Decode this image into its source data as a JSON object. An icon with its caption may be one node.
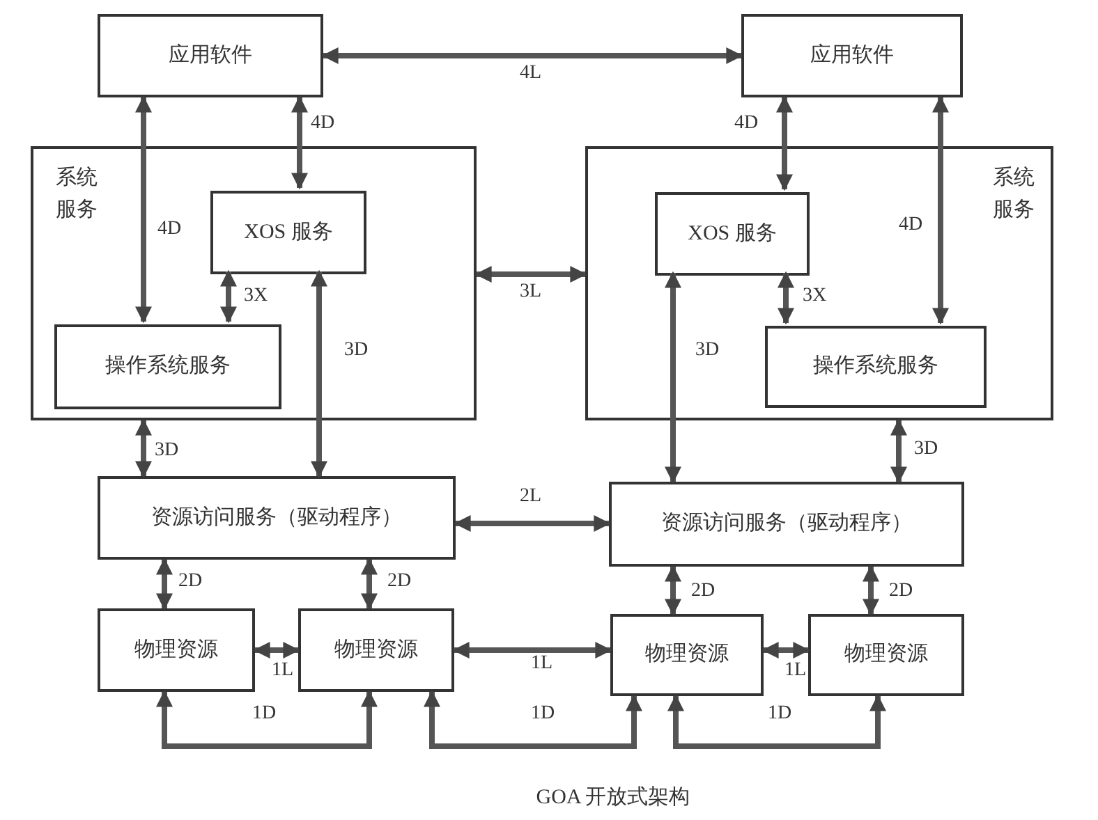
{
  "diagram": {
    "caption": "GOA 开放式架构",
    "nodes": [
      {
        "text": [
          "应用软件"
        ]
      },
      {
        "text": [
          "应用软件"
        ]
      },
      {
        "text": [
          "系统服务"
        ]
      },
      {
        "text": [
          "XOS 服务"
        ],
        "in": 2
      },
      {
        "text": [
          "操作系统服务"
        ],
        "in": 2
      },
      {
        "text": [
          "系统服务"
        ]
      },
      {
        "text": [
          "XOS 服务"
        ],
        "in": 5
      },
      {
        "text": [
          "操作系统服务"
        ],
        "in": 5
      },
      {
        "text": [
          "资源访问服务（驱动程序）"
        ]
      },
      {
        "text": [
          "资源访问服务（驱动程序）"
        ]
      },
      {
        "text": [
          "物理资源"
        ]
      },
      {
        "text": [
          "物理资源"
        ]
      },
      {
        "text": [
          "物理资源"
        ]
      },
      {
        "text": [
          "物理资源"
        ]
      }
    ],
    "edges": [
      {
        "from": 0,
        "to": 1,
        "arrow": "both",
        "label": "4L"
      },
      {
        "from": 0,
        "to": 4,
        "arrow": "both",
        "label": "4D"
      },
      {
        "from": 0,
        "to": 3,
        "arrow": "both",
        "label": "4D"
      },
      {
        "from": 3,
        "to": 4,
        "arrow": "both",
        "label": "3X"
      },
      {
        "from": 1,
        "to": 6,
        "arrow": "both",
        "label": "4D"
      },
      {
        "from": 1,
        "to": 7,
        "arrow": "both",
        "label": "4D"
      },
      {
        "from": 6,
        "to": 7,
        "arrow": "both",
        "label": "3X"
      },
      {
        "from": 2,
        "to": 5,
        "arrow": "both",
        "label": "3L"
      },
      {
        "from": 2,
        "to": 8,
        "arrow": "both",
        "label": "3D"
      },
      {
        "from": 3,
        "to": 8,
        "arrow": "both",
        "label": "3D"
      },
      {
        "from": 6,
        "to": 9,
        "arrow": "both",
        "label": "3D"
      },
      {
        "from": 5,
        "to": 9,
        "arrow": "both",
        "label": "3D"
      },
      {
        "from": 8,
        "to": 9,
        "arrow": "both",
        "label": "2L"
      },
      {
        "from": 8,
        "to": 10,
        "arrow": "both",
        "label": "2D"
      },
      {
        "from": 8,
        "to": 11,
        "arrow": "both",
        "label": "2D"
      },
      {
        "from": 9,
        "to": 12,
        "arrow": "both",
        "label": "2D"
      },
      {
        "from": 9,
        "to": 13,
        "arrow": "both",
        "label": "2D"
      },
      {
        "from": 10,
        "to": 11,
        "arrow": "both",
        "label": "1L"
      },
      {
        "from": 11,
        "to": 12,
        "arrow": "both",
        "label": "1L"
      },
      {
        "from": 12,
        "to": 13,
        "arrow": "both",
        "label": "1L"
      },
      {
        "from": 10,
        "to": 11,
        "arrow": "both",
        "label": "1D"
      },
      {
        "from": 11,
        "to": 12,
        "arrow": "both",
        "label": "1D"
      },
      {
        "from": 12,
        "to": 13,
        "arrow": "both",
        "label": "1D"
      }
    ]
  }
}
